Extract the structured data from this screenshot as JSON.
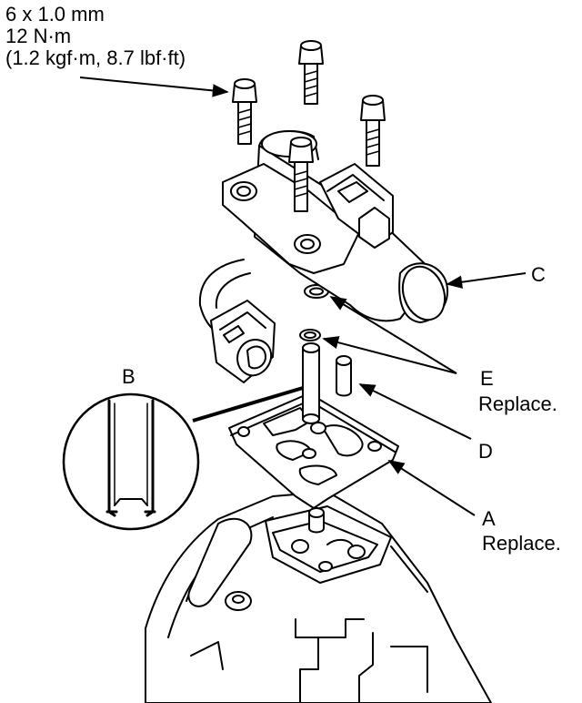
{
  "torque_spec": {
    "bolt_size": "6 x 1.0 mm",
    "torque_nm": "12 N·m",
    "torque_alt": "(1.2 kgf·m, 8.7 lbf·ft)"
  },
  "callouts": {
    "a": {
      "letter": "A",
      "note": "Replace."
    },
    "b": {
      "letter": "B"
    },
    "c": {
      "letter": "C"
    },
    "d": {
      "letter": "D"
    },
    "e": {
      "letter": "E",
      "note": "Replace."
    }
  }
}
